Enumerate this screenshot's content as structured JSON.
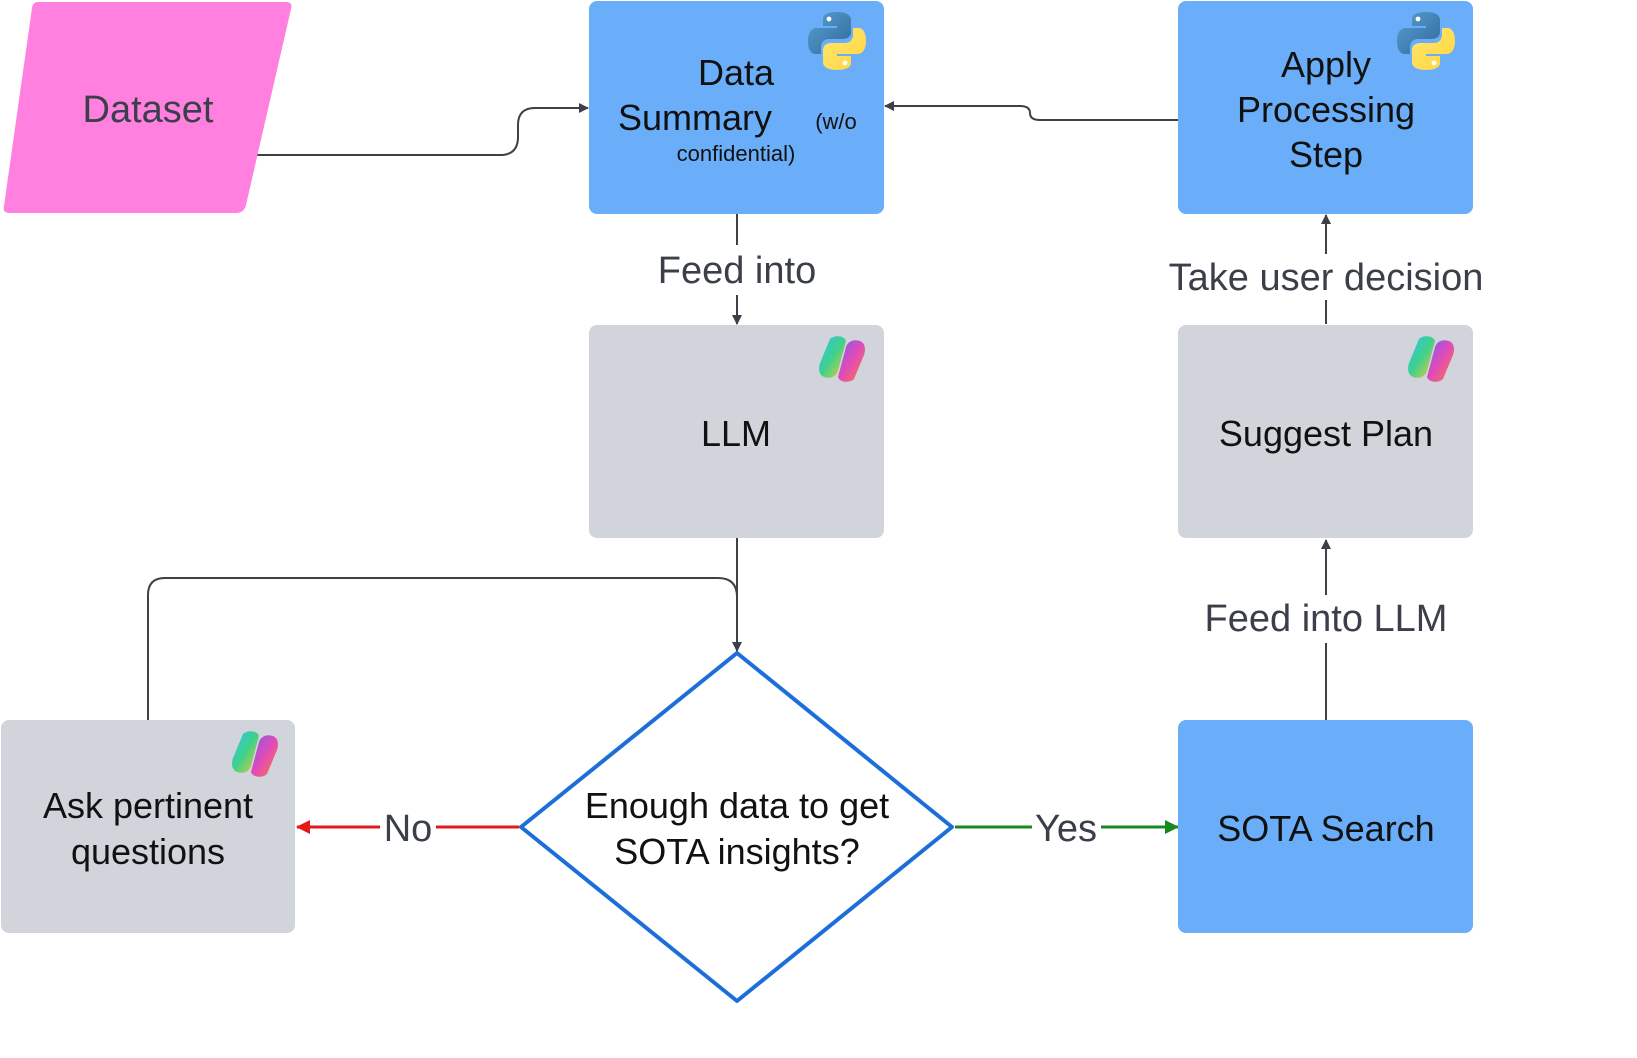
{
  "nodes": {
    "dataset": {
      "label": "Dataset"
    },
    "data_summary": {
      "line1": "Data",
      "line2": "Summary",
      "note1": "(w/o",
      "note2": "confidential)",
      "icon": "python-icon"
    },
    "apply_processing": {
      "line1": "Apply",
      "line2": "Processing",
      "line3": "Step",
      "icon": "python-icon"
    },
    "llm": {
      "label": "LLM",
      "icon": "copilot-icon"
    },
    "suggest_plan": {
      "label": "Suggest Plan",
      "icon": "copilot-icon"
    },
    "decision": {
      "line1": "Enough data to get",
      "line2": "SOTA insights?"
    },
    "ask_questions": {
      "line1": "Ask pertinent",
      "line2": "questions",
      "icon": "copilot-icon"
    },
    "sota_search": {
      "label": "SOTA Search"
    }
  },
  "edges": {
    "feed_into": "Feed into",
    "take_user_decision": "Take user decision",
    "feed_into_llm": "Feed into LLM",
    "no": "No",
    "yes": "Yes"
  },
  "colors": {
    "dataset_fill": "#ff80df",
    "blue_box": "#6aaef9",
    "gray_box": "#d1d5db",
    "decision_stroke": "#1c6fd9",
    "no_arrow": "#e3191c",
    "yes_arrow": "#16891f",
    "connector": "#3c4148"
  }
}
